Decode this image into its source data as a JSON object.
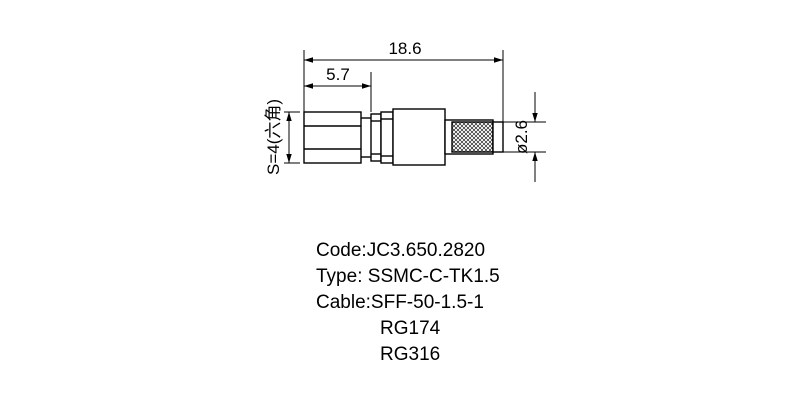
{
  "drawing": {
    "dim_overall": "18.6",
    "dim_nut": "5.7",
    "dim_diameter": "ø2.6",
    "dim_hex": "S=4(六角)"
  },
  "info": {
    "code_label": "Code:",
    "code_value": "JC3.650.2820",
    "type_label": "Type:",
    "type_value": "SSMC-C-TK1.5",
    "cable_label": "Cable:",
    "cables": [
      "SFF-50-1.5-1",
      "RG174",
      "RG316"
    ]
  }
}
